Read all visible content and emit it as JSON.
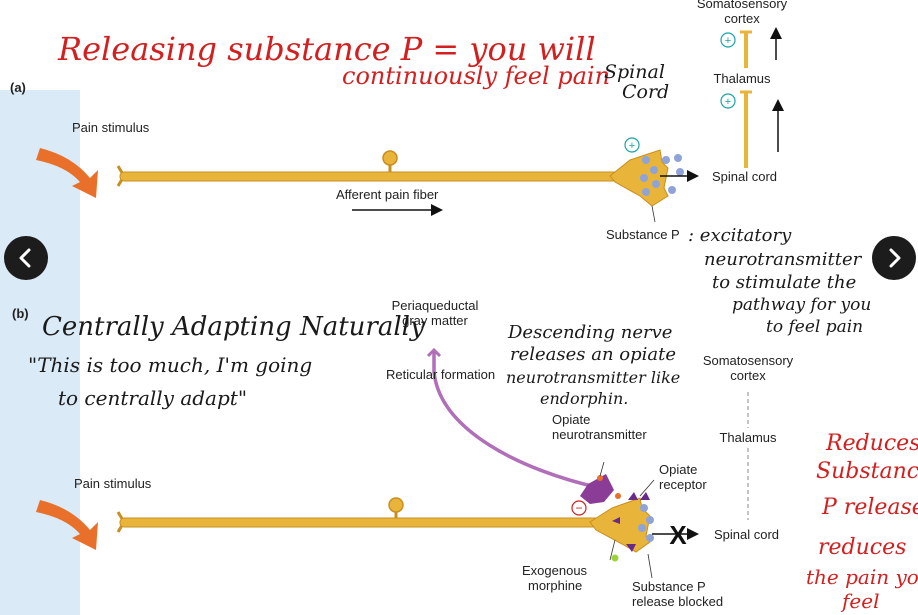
{
  "panel_a": {
    "label": "(a)",
    "stimulus": "Pain stimulus",
    "fiber": "Afferent pain fiber",
    "spinal_cord": "Spinal cord",
    "substance_p": "Substance P",
    "thalamus": "Thalamus",
    "cortex_line1": "Somatosensory",
    "cortex_line2": "cortex",
    "plus": "+"
  },
  "panel_b": {
    "label": "(b)",
    "stimulus": "Pain stimulus",
    "pag_line1": "Periaqueductal",
    "pag_line2": "gray matter",
    "reticular": "Reticular formation",
    "cortex_line1": "Somatosensory",
    "cortex_line2": "cortex",
    "thalamus": "Thalamus",
    "opiate_nt_line1": "Opiate",
    "opiate_nt_line2": "neurotransmitter",
    "opiate_rec_line1": "Opiate",
    "opiate_rec_line2": "receptor",
    "spinal_cord": "Spinal cord",
    "morphine_line1": "Exogenous",
    "morphine_line2": "morphine",
    "blocked_line1": "Substance P",
    "blocked_line2": "release blocked",
    "minus": "−",
    "block_mark": "X"
  },
  "notes": {
    "top_1": "Releasing substance P = you will",
    "top_2": "continuously feel pain",
    "spinal_1": "Spinal",
    "spinal_2": "Cord",
    "excit_1": ": excitatory",
    "excit_2": "neurotransmitter",
    "excit_3": "to stimulate the",
    "excit_4": "pathway for you",
    "excit_5": "to feel pain",
    "central_1": "Centrally Adapting Naturally",
    "central_2": "\"This is too much, I'm going",
    "central_3": "to centrally adapt\"",
    "desc_1": "Descending nerve",
    "desc_2": "releases an opiate",
    "desc_3": "neurotransmitter like",
    "desc_4": "endorphin.",
    "reduce_1": "Reduces",
    "reduce_2": "Substance",
    "reduce_3": "P release",
    "reduce_4": "reduces",
    "reduce_5": "the pain you",
    "reduce_6": "feel"
  },
  "colors": {
    "fiber": "#e9b43a",
    "fiber_edge": "#c98f1e",
    "vesicle": "#8ea4d8",
    "pathway": "#b06fb8",
    "stimulus_arrow": "#e8702a",
    "ink": "#d22020",
    "plus_ring": "#1aa3a3",
    "receptor": "#6a2a8a",
    "nav": "#1c1c1c"
  },
  "nav": {
    "prev_icon": "chevron-left-icon",
    "next_icon": "chevron-right-icon"
  }
}
